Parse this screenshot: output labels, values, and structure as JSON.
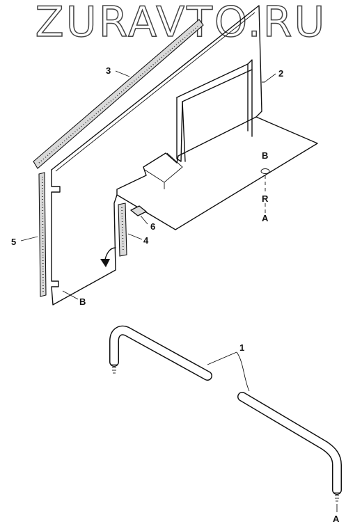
{
  "watermark": "ZURAVTO.RU",
  "callouts": {
    "p1": "1",
    "p2": "2",
    "p3": "3",
    "p4": "4",
    "p5": "5",
    "p6": "6",
    "b_top": "B",
    "b_bottom": "B",
    "r": "R",
    "a_top": "A",
    "a_bottom": "A"
  }
}
